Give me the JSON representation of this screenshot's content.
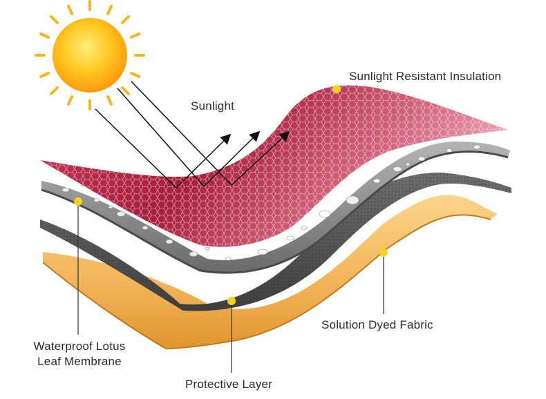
{
  "labels": {
    "sunlight": "Sunlight",
    "sunlight_resistant_insulation": "Sunlight Resistant Insulation",
    "waterproof_membrane_line1": "Waterproof Lotus",
    "waterproof_membrane_line2": "Leaf Membrane",
    "solution_dyed_fabric": "Solution Dyed Fabric",
    "protective_layer": "Protective Layer"
  },
  "colors": {
    "insulation_layer": "#c43b5c",
    "membrane_layer": "#8a8a8a",
    "fabric_layer": "#5a5a5a",
    "protective_layer": "#f1b65c",
    "marker_dot": "#f5d21e",
    "sun_core": "#ffcc22",
    "sun_rays": "#ff9a10"
  },
  "icons": [
    "sun-icon",
    "sunlight-arrow-icon",
    "water-droplet-icon"
  ]
}
